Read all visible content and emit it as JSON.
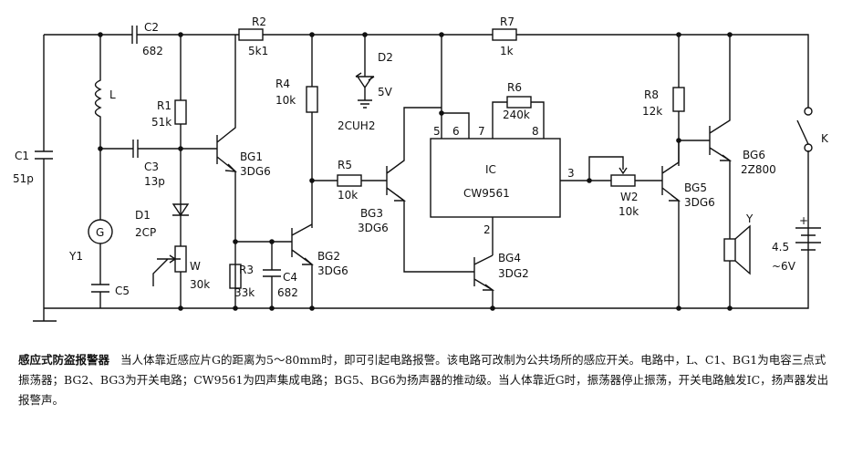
{
  "components": {
    "C1": {
      "ref": "C1",
      "value": "51p"
    },
    "C2": {
      "ref": "C2",
      "value": "682"
    },
    "C3": {
      "ref": "C3",
      "value": "13p"
    },
    "C4": {
      "ref": "C4",
      "value": "682"
    },
    "C5": {
      "ref": "C5"
    },
    "L": {
      "ref": "L"
    },
    "G": {
      "ref": "G"
    },
    "Y1": {
      "ref": "Y1"
    },
    "R1": {
      "ref": "R1",
      "value": "51k"
    },
    "R2": {
      "ref": "R2",
      "value": "5k1"
    },
    "R3": {
      "ref": "R3",
      "value": "33k"
    },
    "R4": {
      "ref": "R4",
      "value": "10k"
    },
    "R5": {
      "ref": "R5",
      "value": "10k"
    },
    "R6": {
      "ref": "R6",
      "value": "240k"
    },
    "R7": {
      "ref": "R7",
      "value": "1k"
    },
    "R8": {
      "ref": "R8",
      "value": "12k"
    },
    "D1": {
      "ref": "D1",
      "value": "2CP"
    },
    "D2": {
      "ref": "D2",
      "value": "5V",
      "part": "2CUH2"
    },
    "W": {
      "ref": "W",
      "value": "30k"
    },
    "W2": {
      "ref": "W2",
      "value": "10k"
    },
    "BG1": {
      "ref": "BG1",
      "value": "3DG6"
    },
    "BG2": {
      "ref": "BG2",
      "value": "3DG6"
    },
    "BG3": {
      "ref": "BG3",
      "value": "3DG6"
    },
    "BG4": {
      "ref": "BG4",
      "value": "3DG2"
    },
    "BG5": {
      "ref": "BG5",
      "value": "3DG6"
    },
    "BG6": {
      "ref": "BG6",
      "value": "2Z800"
    },
    "IC": {
      "ref": "IC",
      "value": "CW9561",
      "pins": [
        "5",
        "6",
        "7",
        "8",
        "3",
        "2"
      ]
    },
    "Y": {
      "ref": "Y"
    },
    "K": {
      "ref": "K"
    },
    "battery": {
      "plus": "+",
      "value1": "4.5",
      "value2": "~6V"
    }
  },
  "caption": {
    "title": "感应式防盗报警器",
    "text": "当人体靠近感应片G的距离为5～80mm时，即可引起电路报警。该电路可改制为公共场所的感应开关。电路中，L、C1、BG1为电容三点式振荡器；BG2、BG3为开关电路；CW9561为四声集成电路；BG5、BG6为扬声器的推动级。当人体靠近G时，振荡器停止振荡，开关电路触发IC，扬声器发出报警声。"
  }
}
